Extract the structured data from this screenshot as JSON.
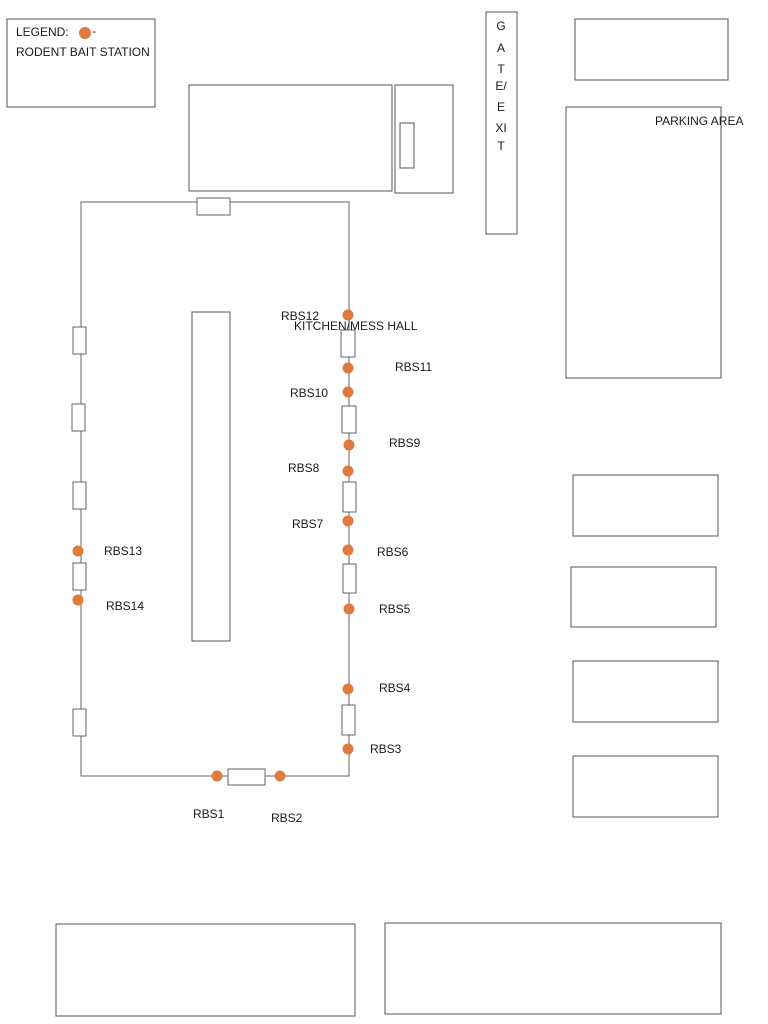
{
  "legend": {
    "prefix": "LEGEND:",
    "dash": "-",
    "description": "RODENT BAIT STATION"
  },
  "gate_exit": [
    "G",
    "A",
    "T",
    "E/",
    "E",
    "XI",
    "T"
  ],
  "labels": {
    "parking_area": "PARKING AREA",
    "kitchen": "KITCHEN/MESS HALL"
  },
  "colors": {
    "bait_station": "#e07a3e"
  },
  "bait_stations": [
    "RBS1",
    "RBS2",
    "RBS3",
    "RBS4",
    "RBS5",
    "RBS6",
    "RBS7",
    "RBS8",
    "RBS9",
    "RBS10",
    "RBS11",
    "RBS12",
    "RBS13",
    "RBS14"
  ]
}
